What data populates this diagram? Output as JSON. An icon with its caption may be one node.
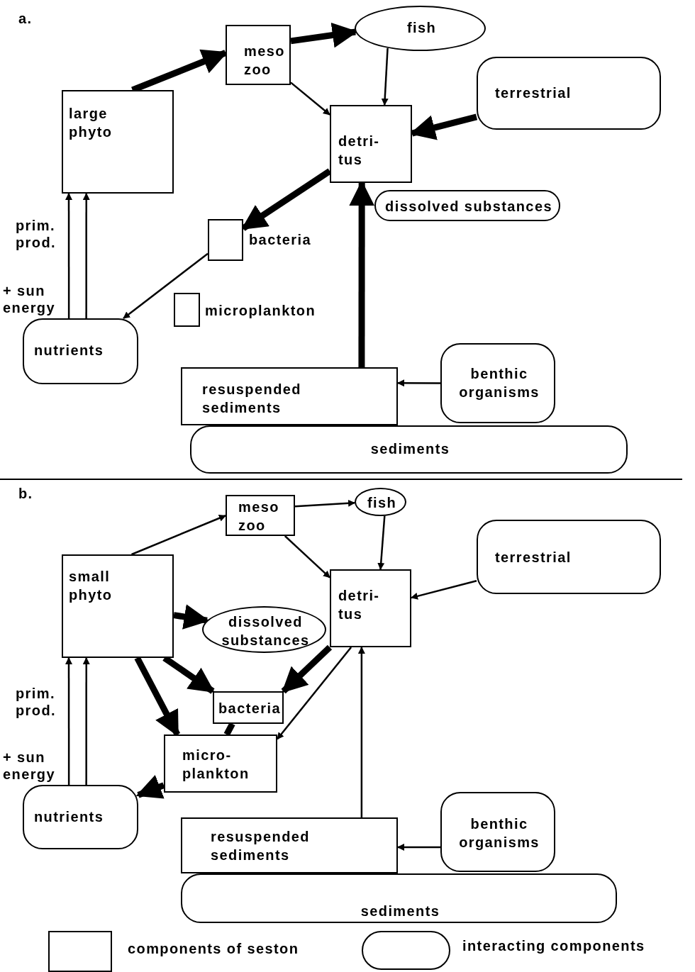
{
  "diagram": {
    "nodes": [
      {
        "text": [
          "meso zoo"
        ]
      },
      {
        "text": [
          "fish"
        ]
      },
      {
        "text": [
          "terrestrial"
        ]
      },
      {
        "text": [
          "large phyto"
        ]
      },
      {
        "text": [
          "detri- tus"
        ]
      },
      {
        "text": [
          "dissolved substances"
        ]
      },
      {
        "text": [
          "bacteria"
        ]
      },
      {
        "text": [
          "microplankton"
        ]
      },
      {
        "text": [
          "nutrients"
        ]
      },
      {
        "text": [
          "benthic organisms"
        ]
      },
      {
        "text": [
          "resuspended sediments"
        ]
      },
      {
        "text": [
          "sediments"
        ]
      },
      {
        "text": [
          "meso zoo"
        ]
      },
      {
        "text": [
          "fish"
        ]
      },
      {
        "text": [
          "terrestrial"
        ]
      },
      {
        "text": [
          "small phyto"
        ]
      },
      {
        "text": [
          "detri- tus"
        ]
      },
      {
        "text": [
          "dissolved substances"
        ]
      },
      {
        "text": [
          "bacteria"
        ]
      },
      {
        "text": [
          "micro- plankton"
        ]
      },
      {
        "text": [
          "nutrients"
        ]
      },
      {
        "text": [
          "benthic organisms"
        ]
      },
      {
        "text": [
          "resuspended sediments"
        ]
      },
      {
        "text": [
          "sediments"
        ]
      }
    ],
    "edges": [
      {
        "from": 3,
        "to": 0,
        "arrow": "to",
        "style": "thick"
      },
      {
        "from": 0,
        "to": 1,
        "arrow": "to",
        "style": "thick"
      },
      {
        "from": 1,
        "to": 4,
        "arrow": "to"
      },
      {
        "from": 0,
        "to": 4,
        "arrow": "to"
      },
      {
        "from": 2,
        "to": 4,
        "arrow": "to",
        "style": "thick"
      },
      {
        "from": 4,
        "to": 6,
        "arrow": "to",
        "style": "thick"
      },
      {
        "from": 6,
        "to": 8,
        "arrow": "to"
      },
      {
        "from": 8,
        "to": 3,
        "arrow": "to"
      },
      {
        "from": 8,
        "to": 3,
        "arrow": "to"
      },
      {
        "from": 10,
        "to": 4,
        "arrow": "to",
        "style": "thick"
      },
      {
        "from": 9,
        "to": 10,
        "arrow": "to"
      },
      {
        "from": 15,
        "to": 12,
        "arrow": "to"
      },
      {
        "from": 12,
        "to": 13,
        "arrow": "to"
      },
      {
        "from": 13,
        "to": 16,
        "arrow": "to"
      },
      {
        "from": 12,
        "to": 16,
        "arrow": "to"
      },
      {
        "from": 14,
        "to": 16,
        "arrow": "to"
      },
      {
        "from": 15,
        "to": 17,
        "arrow": "to",
        "style": "thick"
      },
      {
        "from": 15,
        "to": 18,
        "arrow": "to",
        "style": "thick"
      },
      {
        "from": 15,
        "to": 19,
        "arrow": "to",
        "style": "thick"
      },
      {
        "from": 16,
        "to": 18,
        "arrow": "to",
        "style": "thick"
      },
      {
        "from": 16,
        "to": 19,
        "arrow": "to"
      },
      {
        "from": 18,
        "to": 19,
        "arrow": "none",
        "style": "thick"
      },
      {
        "from": 19,
        "to": 20,
        "arrow": "to",
        "style": "thick"
      },
      {
        "from": 20,
        "to": 15,
        "arrow": "to"
      },
      {
        "from": 20,
        "to": 15,
        "arrow": "to"
      },
      {
        "from": 22,
        "to": 16,
        "arrow": "to"
      },
      {
        "from": 21,
        "to": 22,
        "arrow": "to"
      }
    ],
    "labels": [
      "a.",
      "prim. prod.",
      "+ sun energy",
      "b.",
      "prim. prod.",
      "+ sun energy"
    ],
    "legend": [
      {
        "text": "components of seston"
      },
      {
        "text": "interacting components"
      }
    ]
  }
}
